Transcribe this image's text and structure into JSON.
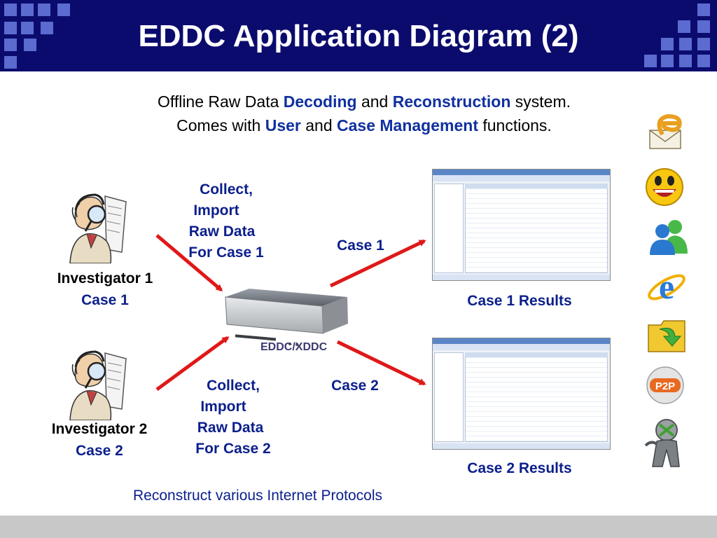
{
  "title": "EDDC Application Diagram (2)",
  "intro": {
    "line1": {
      "pre": "Offline Raw Data ",
      "em1": "Decoding",
      "mid": " and ",
      "em2": "Reconstruction",
      "post": " system."
    },
    "line2": {
      "pre": "Comes with ",
      "em1": "User",
      "mid": " and ",
      "em2": "Case Management",
      "post": " functions."
    }
  },
  "investigator1": {
    "name": "Investigator 1",
    "case": "Case 1"
  },
  "investigator2": {
    "name": "Investigator 2",
    "case": "Case 2"
  },
  "collect1": [
    "Collect,",
    "Import",
    "Raw Data",
    "For Case 1"
  ],
  "collect2": [
    "Collect,",
    "Import",
    "Raw Data",
    "For Case 2"
  ],
  "case1_arrow_label": "Case 1",
  "case2_arrow_label": "Case 2",
  "device_label": "EDDC/XDDC",
  "case1_results": "Case 1 Results",
  "case2_results": "Case 2 Results",
  "footer": "Reconstruct various Internet Protocols",
  "p2p_badge": "P2P",
  "colors": {
    "header": "#0b0b6e",
    "accent_blue": "#1030a0",
    "arrow_red": "#e01818",
    "footer_bar": "#c8c8c8"
  },
  "icons": [
    "email-icon",
    "yahoo-messenger-icon",
    "msn-messenger-icon",
    "internet-explorer-icon",
    "ftp-folder-icon",
    "p2p-icon",
    "xbox-live-icon"
  ]
}
